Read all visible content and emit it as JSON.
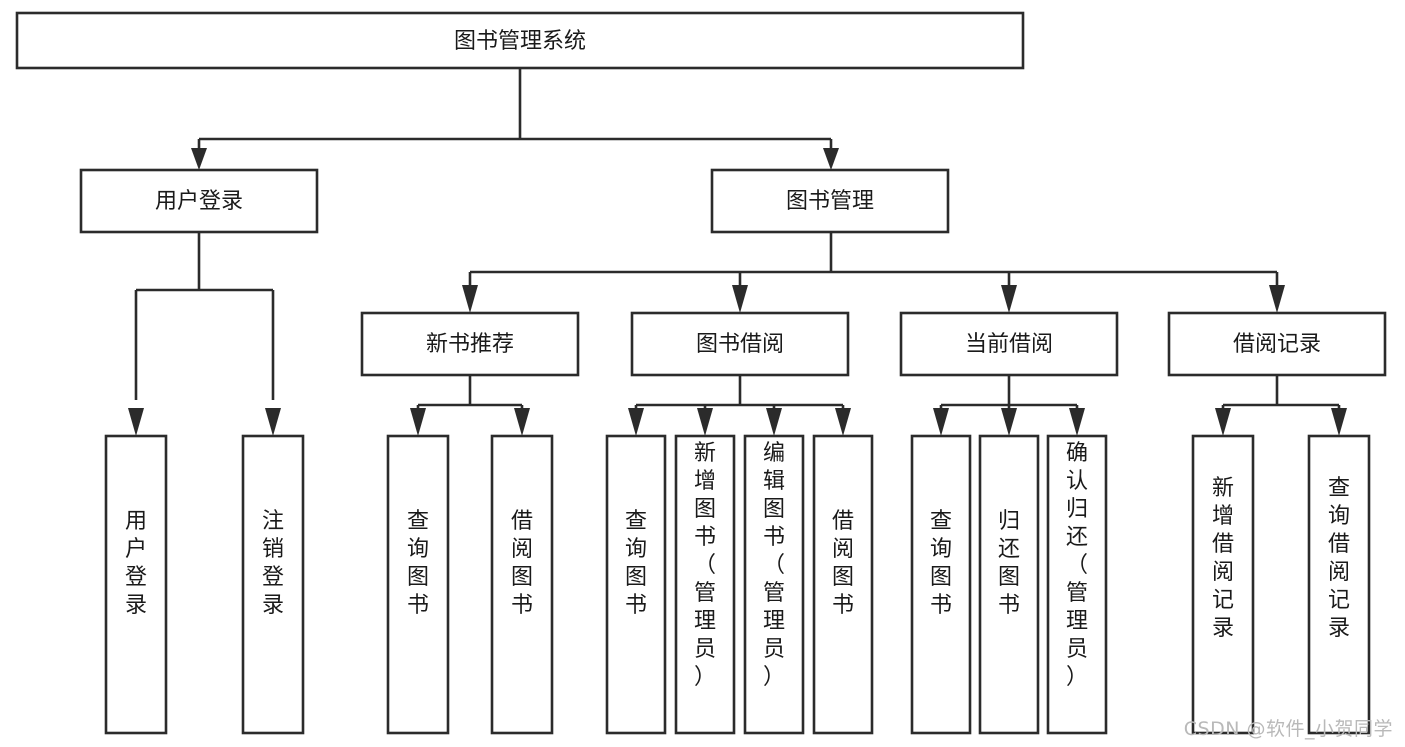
{
  "diagram": {
    "type": "tree",
    "title": "图书管理系统",
    "watermark": "CSDN @软件_小贺同学",
    "colors": {
      "box_stroke": "#2b2b2b",
      "box_fill": "#ffffff",
      "connector": "#2b2b2b",
      "text": "#1a1a1a",
      "watermark": "#b9b9b9",
      "background": "#ffffff"
    },
    "nodes": {
      "root": {
        "label": "图书管理系统"
      },
      "level2": [
        {
          "id": "user-login",
          "label": "用户登录"
        },
        {
          "id": "book-manage",
          "label": "图书管理"
        }
      ],
      "level3": [
        {
          "id": "new-book-recommend",
          "label": "新书推荐"
        },
        {
          "id": "book-borrow",
          "label": "图书借阅"
        },
        {
          "id": "current-borrow",
          "label": "当前借阅"
        },
        {
          "id": "borrow-record",
          "label": "借阅记录"
        }
      ],
      "leaves": {
        "user_login": [
          {
            "id": "leaf-user-login",
            "label": "用户登录"
          },
          {
            "id": "leaf-logout-login",
            "label": "注销登录"
          }
        ],
        "new_book_recommend": [
          {
            "id": "leaf-query-book-1",
            "label": "查询图书"
          },
          {
            "id": "leaf-borrow-book-1",
            "label": "借阅图书"
          }
        ],
        "book_borrow": [
          {
            "id": "leaf-query-book-2",
            "label": "查询图书"
          },
          {
            "id": "leaf-add-book",
            "label": "新增图书（管理员）"
          },
          {
            "id": "leaf-edit-book",
            "label": "编辑图书（管理员）"
          },
          {
            "id": "leaf-borrow-book-2",
            "label": "借阅图书"
          }
        ],
        "current_borrow": [
          {
            "id": "leaf-query-book-3",
            "label": "查询图书"
          },
          {
            "id": "leaf-return-book",
            "label": "归还图书"
          },
          {
            "id": "leaf-confirm-return",
            "label": "确认归还（管理员）"
          }
        ],
        "borrow_record": [
          {
            "id": "leaf-add-record",
            "label": "新增借阅记录"
          },
          {
            "id": "leaf-query-record",
            "label": "查询借阅记录"
          }
        ]
      }
    }
  }
}
